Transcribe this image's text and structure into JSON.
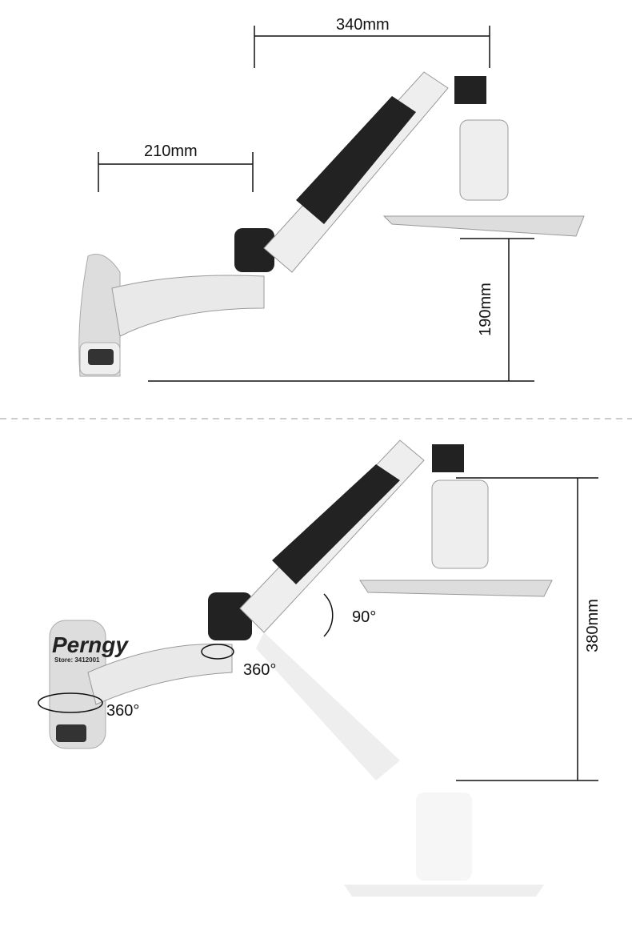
{
  "top": {
    "width_label": "340mm",
    "reach_label": "210mm",
    "height_label": "190mm"
  },
  "bottom": {
    "tilt_label": "90°",
    "swivel_arm_label": "360°",
    "swivel_base_label": "360°",
    "height_label": "380mm"
  },
  "watermark": {
    "brand": "Perngy",
    "store": "Store: 3412001"
  },
  "colors": {
    "arm": "#e9e9e9",
    "pad": "#222222",
    "dim_line": "#111111",
    "divider": "#999999",
    "brand_red": "#e01b1b"
  }
}
